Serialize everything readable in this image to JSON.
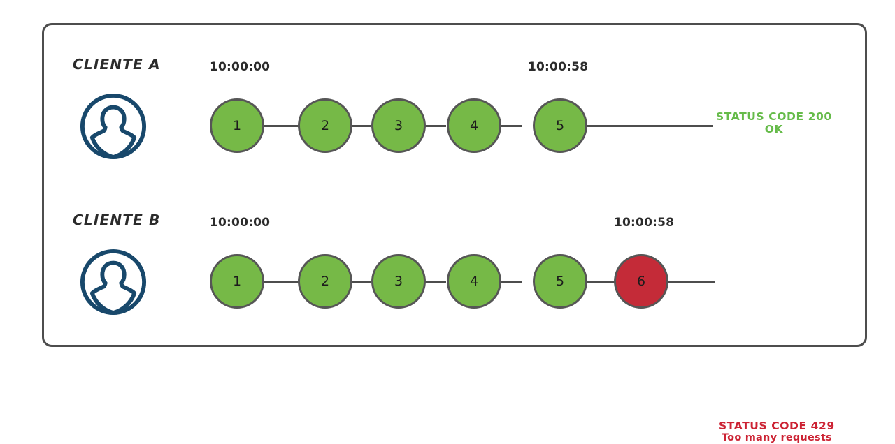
{
  "diagram": {
    "title_present": false,
    "colors": {
      "frame_border": "#4d4d4d",
      "node_ok_fill": "#76b947",
      "node_error_fill": "#c42b38",
      "node_stroke": "#565656",
      "avatar_stroke": "#18486b",
      "status_ok_text": "#66bb4a",
      "status_error_text": "#cc2233",
      "background": "#ffffff"
    }
  },
  "rows": [
    {
      "client_label": "CLIENTE A",
      "avatar_icon": "user-avatar-icon",
      "timestamp_start": "10:00:00",
      "timestamp_end": "10:00:58",
      "requests": [
        {
          "label": "1",
          "state": "ok"
        },
        {
          "label": "2",
          "state": "ok"
        },
        {
          "label": "3",
          "state": "ok"
        },
        {
          "label": "4",
          "state": "ok"
        },
        {
          "label": "5",
          "state": "ok"
        }
      ],
      "status": {
        "line1": "STATUS CODE 200",
        "line2": "OK",
        "state": "ok"
      }
    },
    {
      "client_label": "CLIENTE B",
      "avatar_icon": "user-avatar-icon",
      "timestamp_start": "10:00:00",
      "timestamp_end": "10:00:58",
      "requests": [
        {
          "label": "1",
          "state": "ok"
        },
        {
          "label": "2",
          "state": "ok"
        },
        {
          "label": "3",
          "state": "ok"
        },
        {
          "label": "4",
          "state": "ok"
        },
        {
          "label": "5",
          "state": "ok"
        },
        {
          "label": "6",
          "state": "error"
        }
      ],
      "status": {
        "line1": "STATUS CODE 429",
        "line2": "Too many requests",
        "state": "error"
      }
    }
  ]
}
